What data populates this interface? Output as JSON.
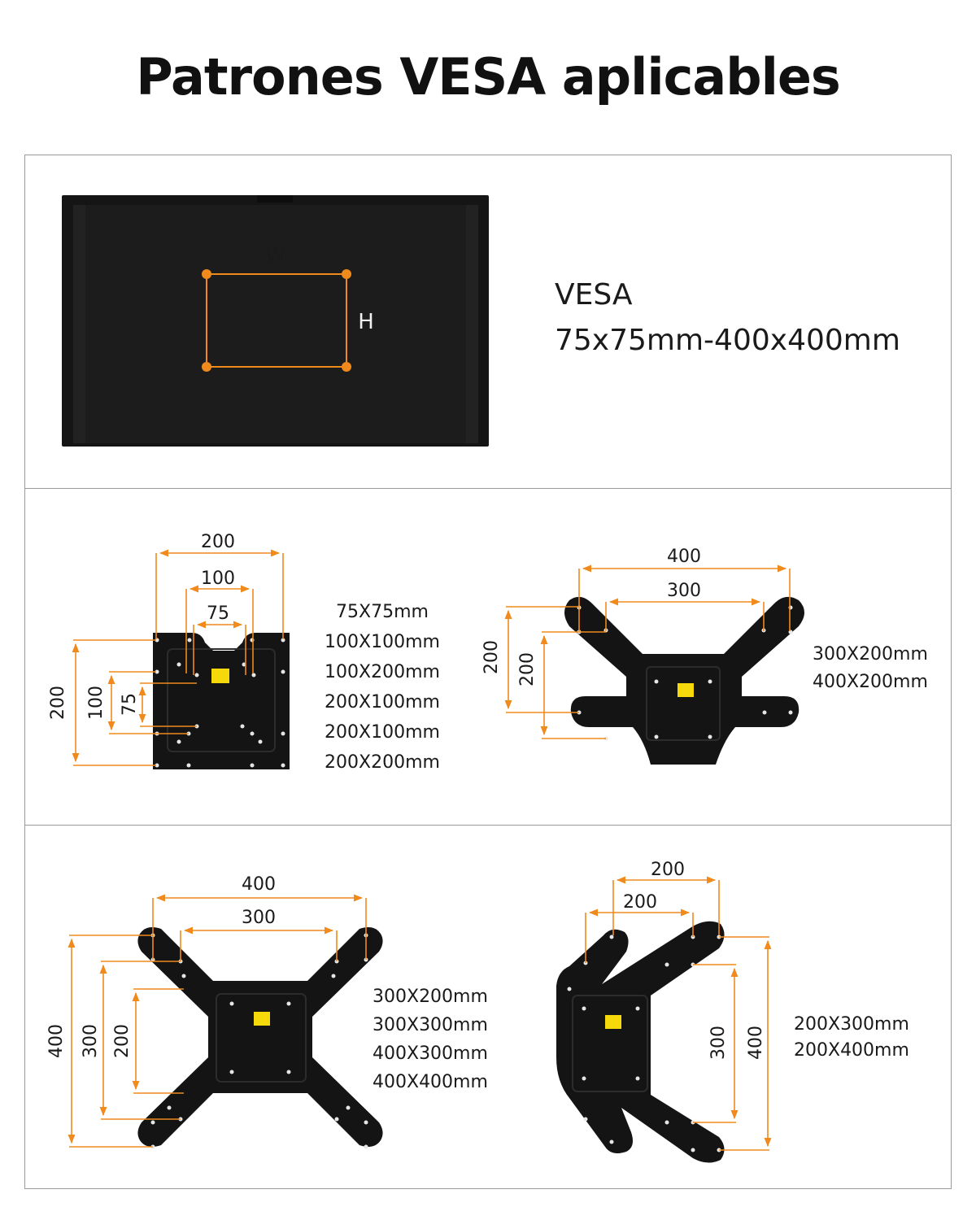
{
  "title": "Patrones VESA aplicables",
  "tv": {
    "width_label": "W",
    "height_label": "H"
  },
  "vesa_range": {
    "line1": "VESA",
    "line2": "75x75mm-400x400mm"
  },
  "plate1": {
    "dims": {
      "w_outer": "200",
      "w_mid": "100",
      "w_inner": "75",
      "h_outer": "200",
      "h_mid": "100",
      "h_inner": "75"
    },
    "patterns": [
      "75X75mm",
      "100X100mm",
      "100X200mm",
      "200X100mm",
      "200X100mm",
      "200X200mm"
    ]
  },
  "plate2": {
    "dims": {
      "w_outer": "400",
      "w_inner": "300",
      "h_outer": "200",
      "h_inner": "200"
    },
    "patterns": [
      "300X200mm",
      "400X200mm"
    ]
  },
  "plate3": {
    "dims": {
      "w_outer": "400",
      "w_inner": "300",
      "h_outer": "400",
      "h_mid": "300",
      "h_inner": "200"
    },
    "patterns": [
      "300X200mm",
      "300X300mm",
      "400X300mm",
      "400X400mm"
    ]
  },
  "plate4": {
    "dims": {
      "w_outer": "200",
      "w_inner": "200",
      "h_inner": "300",
      "h_outer": "400"
    },
    "patterns": [
      "200X300mm",
      "200X400mm"
    ]
  },
  "colors": {
    "accent": "#f08a1c",
    "plate": "#141414",
    "tv_body": "#1b1b1b",
    "logo": "#f5d90a"
  }
}
